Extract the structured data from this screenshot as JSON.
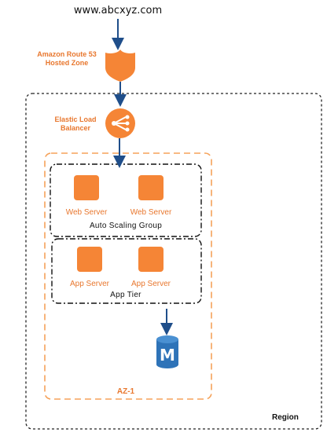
{
  "header": {
    "url": "www.abcxyz.com"
  },
  "route53": {
    "line1": "Amazon Route 53",
    "line2": "Hosted Zone"
  },
  "elb": {
    "line1": "Elastic Load",
    "line2": "Balancer"
  },
  "web_tier": {
    "servers": [
      "Web Server",
      "Web Server"
    ],
    "group_label": "Auto Scaling Group"
  },
  "app_tier": {
    "servers": [
      "App Server",
      "App Server"
    ],
    "group_label": "App Tier"
  },
  "database": {
    "icon_letter": "M"
  },
  "az": {
    "label": "AZ-1"
  },
  "region": {
    "label": "Region"
  },
  "colors": {
    "aws_orange": "#f58536",
    "label_orange": "#e8772e",
    "db_blue": "#2e73b8",
    "arrow_blue": "#1f4e8a"
  }
}
